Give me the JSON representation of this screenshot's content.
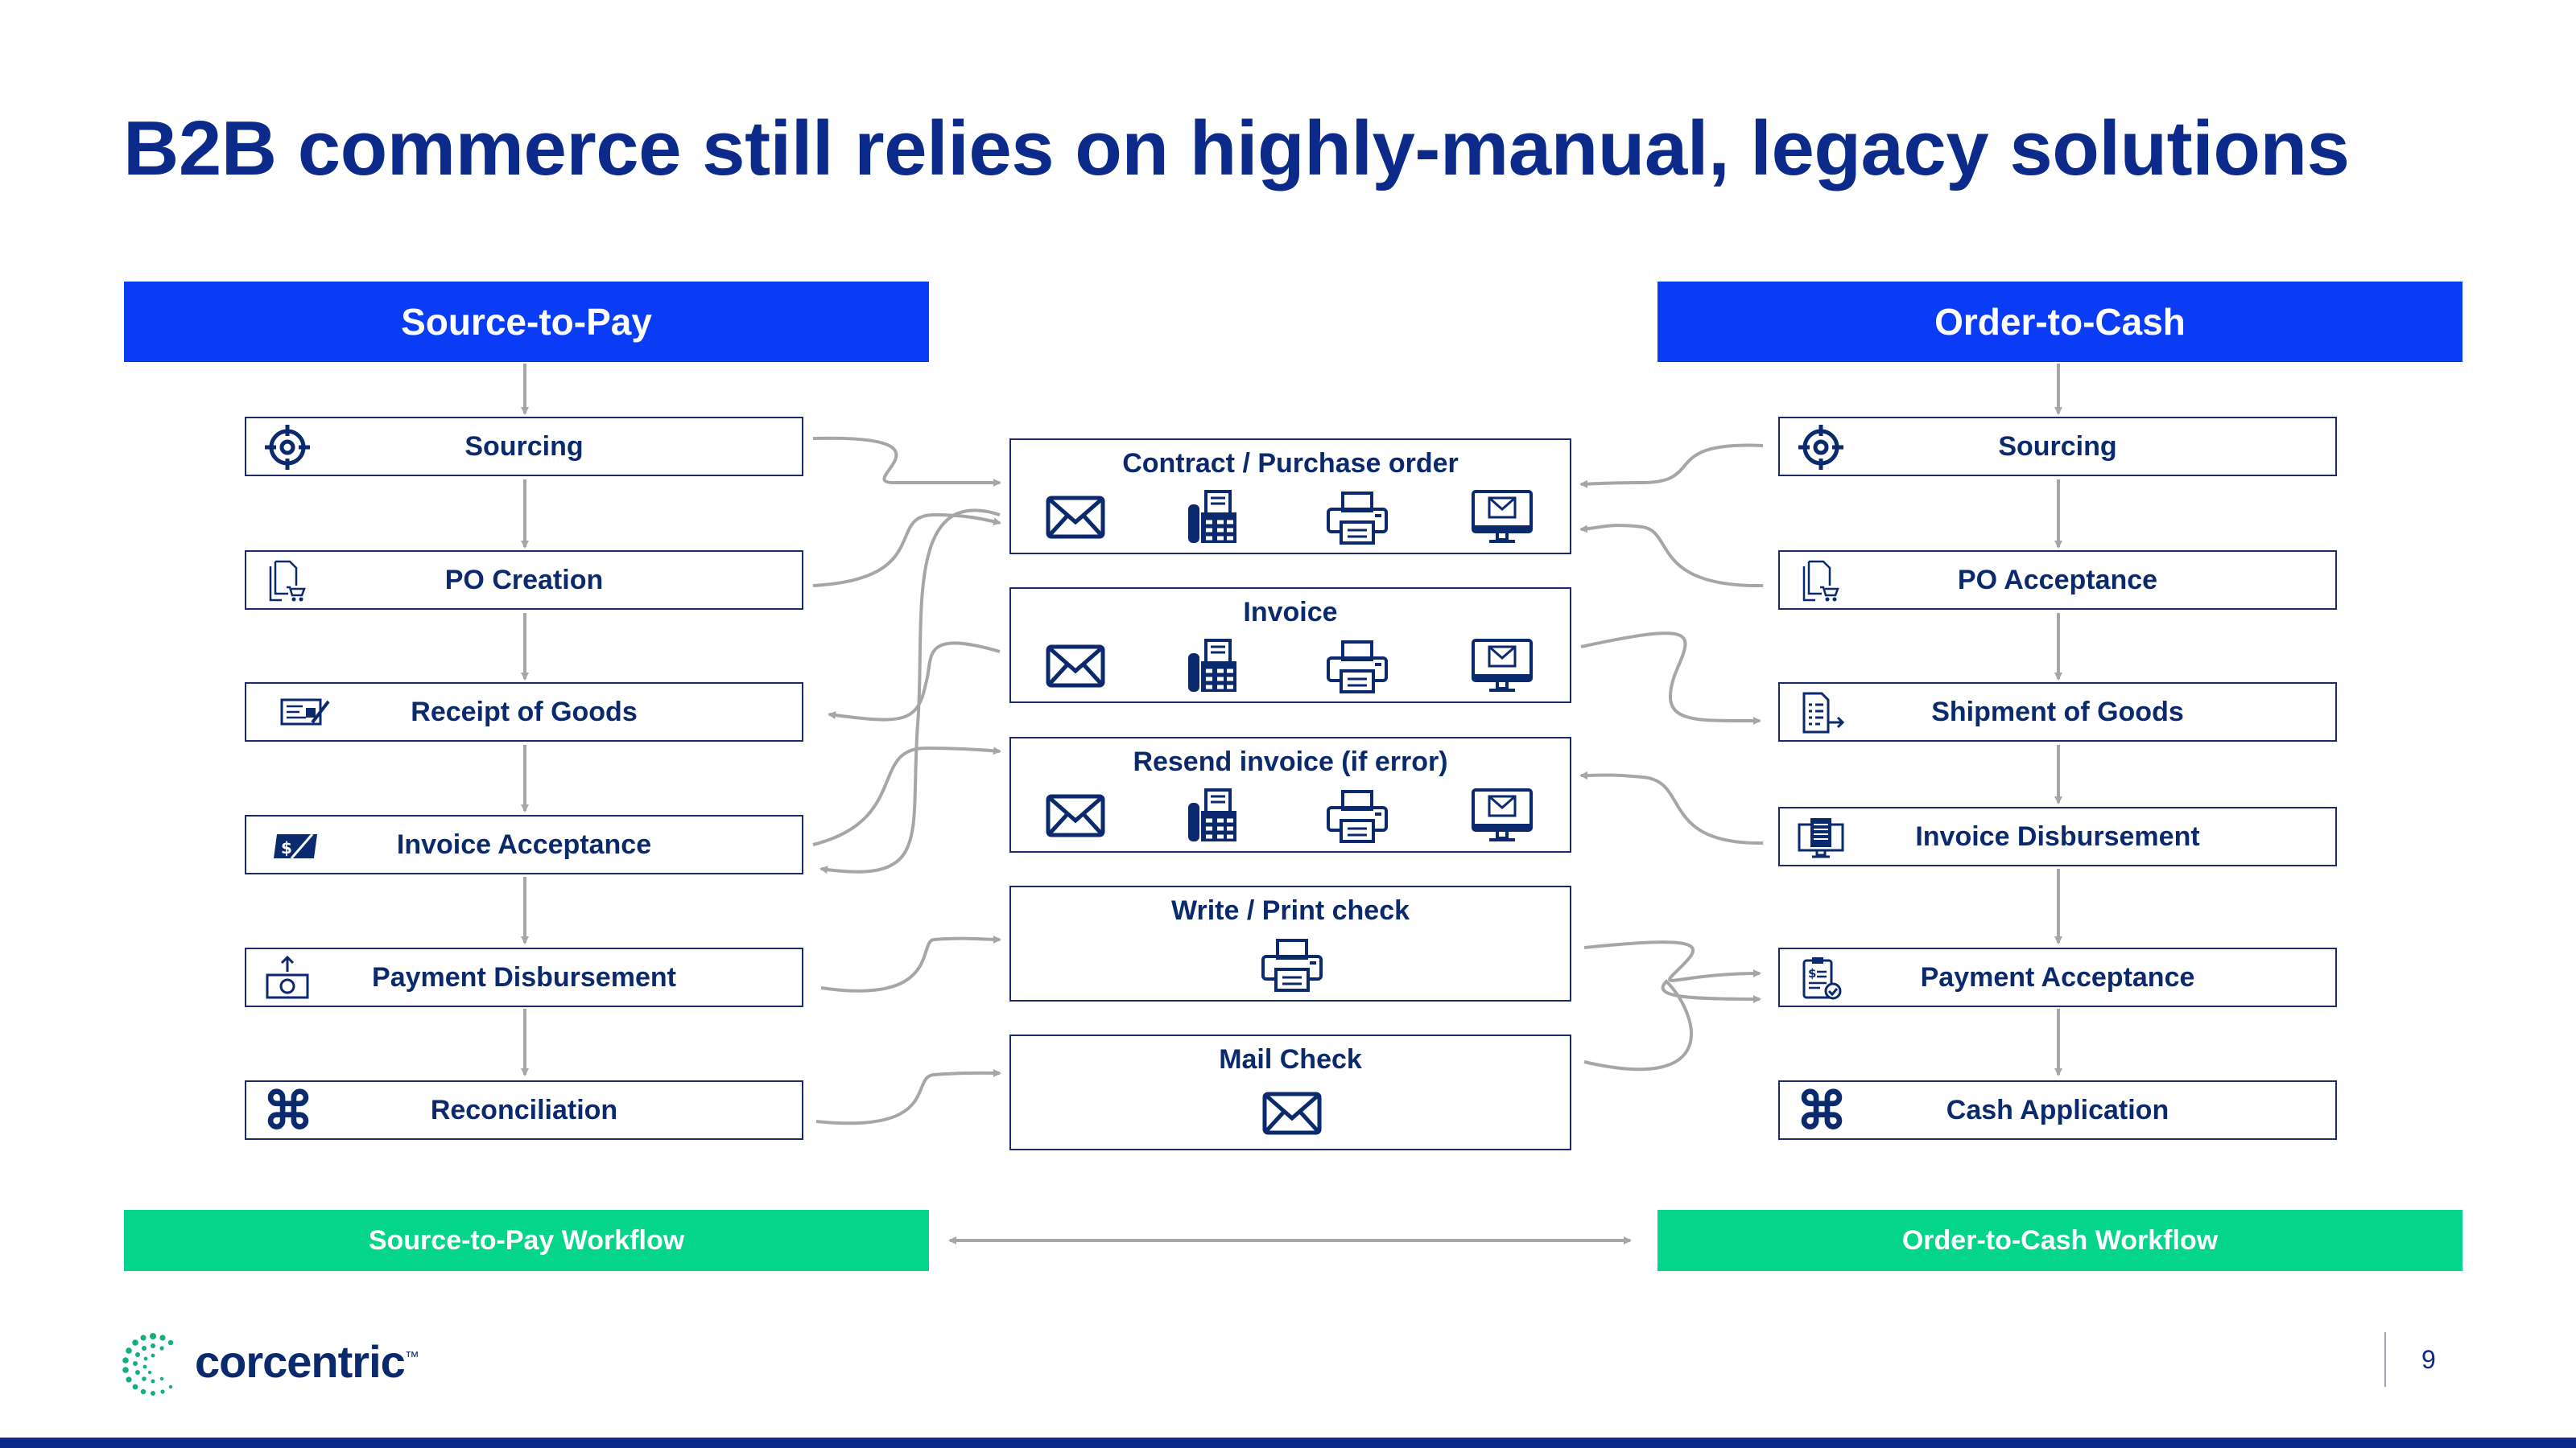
{
  "slide": {
    "title": "B2B commerce still relies on highly-manual, legacy solutions",
    "page_number": "9",
    "brand": "corcentric",
    "brand_mark": "™"
  },
  "left": {
    "header": "Source-to-Pay",
    "workflow": "Source-to-Pay Workflow",
    "steps": [
      {
        "label": "Sourcing",
        "icon": "target-icon"
      },
      {
        "label": "PO Creation",
        "icon": "document-cart-icon"
      },
      {
        "label": "Receipt of Goods",
        "icon": "check-signing-icon"
      },
      {
        "label": "Invoice Acceptance",
        "icon": "money-signed-icon"
      },
      {
        "label": "Payment Disbursement",
        "icon": "cash-upload-icon"
      },
      {
        "label": "Reconciliation",
        "icon": "command-icon"
      }
    ]
  },
  "right": {
    "header": "Order-to-Cash",
    "workflow": "Order-to-Cash Workflow",
    "steps": [
      {
        "label": "Sourcing",
        "icon": "target-icon"
      },
      {
        "label": "PO Acceptance",
        "icon": "document-cart-icon"
      },
      {
        "label": "Shipment of Goods",
        "icon": "document-arrow-icon"
      },
      {
        "label": "Invoice Disbursement",
        "icon": "monitor-invoice-icon"
      },
      {
        "label": "Payment Acceptance",
        "icon": "clipboard-dollar-icon"
      },
      {
        "label": "Cash Application",
        "icon": "command-icon"
      }
    ]
  },
  "middle": [
    {
      "label": "Contract / Purchase order",
      "channels": [
        "envelope-icon",
        "fax-icon",
        "printer-icon",
        "computer-mail-icon"
      ]
    },
    {
      "label": "Invoice",
      "channels": [
        "envelope-icon",
        "fax-icon",
        "printer-icon",
        "computer-mail-icon"
      ]
    },
    {
      "label": "Resend invoice (if error)",
      "channels": [
        "envelope-icon",
        "fax-icon",
        "printer-icon",
        "computer-mail-icon"
      ]
    },
    {
      "label": "Write / Print check",
      "channels": [
        "printer-icon"
      ]
    },
    {
      "label": "Mail Check",
      "channels": [
        "envelope-icon"
      ]
    }
  ],
  "colors": {
    "title": "#0b2a8a",
    "header_blue": "#0a3cf5",
    "workflow_green": "#05d58a",
    "box_border": "#1a2a6e",
    "connector_gray": "#a6a6a6"
  }
}
